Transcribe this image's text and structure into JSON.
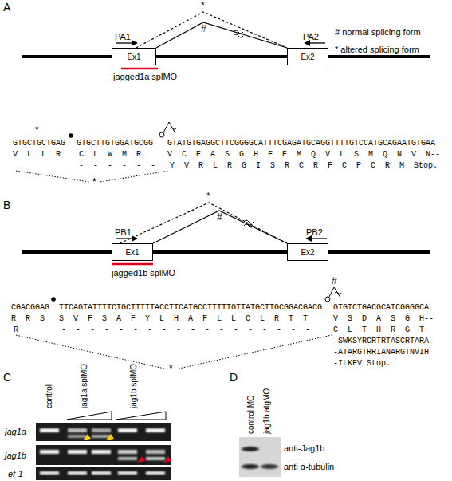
{
  "diagram": {
    "nodes": [
      {
        "text": [
          "Ex1"
        ]
      },
      {
        "text": [
          "Ex2"
        ]
      },
      {
        "text": [
          "Ex1"
        ]
      },
      {
        "text": [
          "Ex2"
        ]
      }
    ],
    "edges": [
      {
        "from": 0,
        "to": 1,
        "arrow": "none",
        "label": "#"
      },
      {
        "from": 0,
        "to": 1,
        "arrow": "none",
        "label": "*"
      },
      {
        "from": 2,
        "to": 3,
        "arrow": "none",
        "label": "#"
      },
      {
        "from": 2,
        "to": 3,
        "arrow": "none",
        "label": "*"
      }
    ],
    "labels": [
      "A",
      "PA1",
      "PA2",
      "jagged1a splMO",
      "# normal splicing form",
      "* altered splicing form",
      "*",
      "GTGCTGCTGAG",
      "GTGCTTGTGGATGCGG",
      "GTATGTGAGGCTTCGGGGCATTTCGAGATGCAGGTTTTGTCCATGCAGAATGTGAA",
      "V L L R",
      "C L W M R",
      "V C E A S G H F E M Q V L S M Q N V N--",
      "- - - - - -",
      "Y V R L R G I S R C R F C P C R M Stop.",
      "*",
      "B",
      "PB1",
      "PB2",
      "jagged1b splMO",
      "#",
      "CGACGGAG",
      "TTCAGTATTTTCTGCTTTTTACCTTCATGCCTTTTTGTTATGCTTGCGGACGACG",
      "GTGTCTGACGCATCGGGGCA",
      "R R S",
      "S V F S A F Y L H A F L L C L R T T",
      "V S D A S G H--",
      "R",
      "- - - - - - - - - - - - - - - - - -",
      "C L T H R G T",
      "-SWKSYRCRTRTASCRTARA",
      "-ATARGTRRIANARGTNVIH",
      "-ILKFV Stop.",
      "*",
      "C",
      "control",
      "jag1a splMO",
      "jag1b splMO",
      "jag1a",
      "jag1b",
      "ef-1",
      "D",
      "control MO",
      "jag1b atgMO",
      "anti-Jag1b",
      "anti α-tubulin"
    ]
  }
}
